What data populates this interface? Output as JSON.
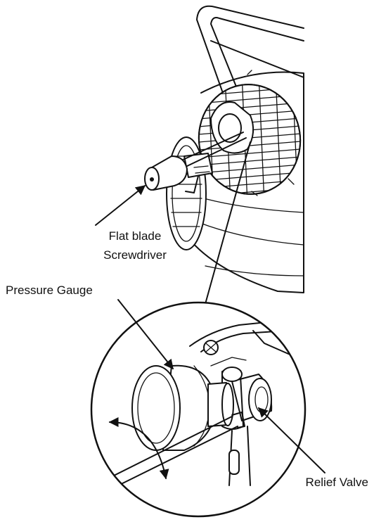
{
  "labels": {
    "screwdriver_line1": "Flat blade",
    "screwdriver_line2": "Screwdriver",
    "pressure_gauge": "Pressure Gauge",
    "relief_valve": "Relief Valve"
  },
  "colors": {
    "line": "#111111",
    "background": "#ffffff"
  },
  "icons": {
    "rotation": "curved-double-arrow-icon"
  }
}
